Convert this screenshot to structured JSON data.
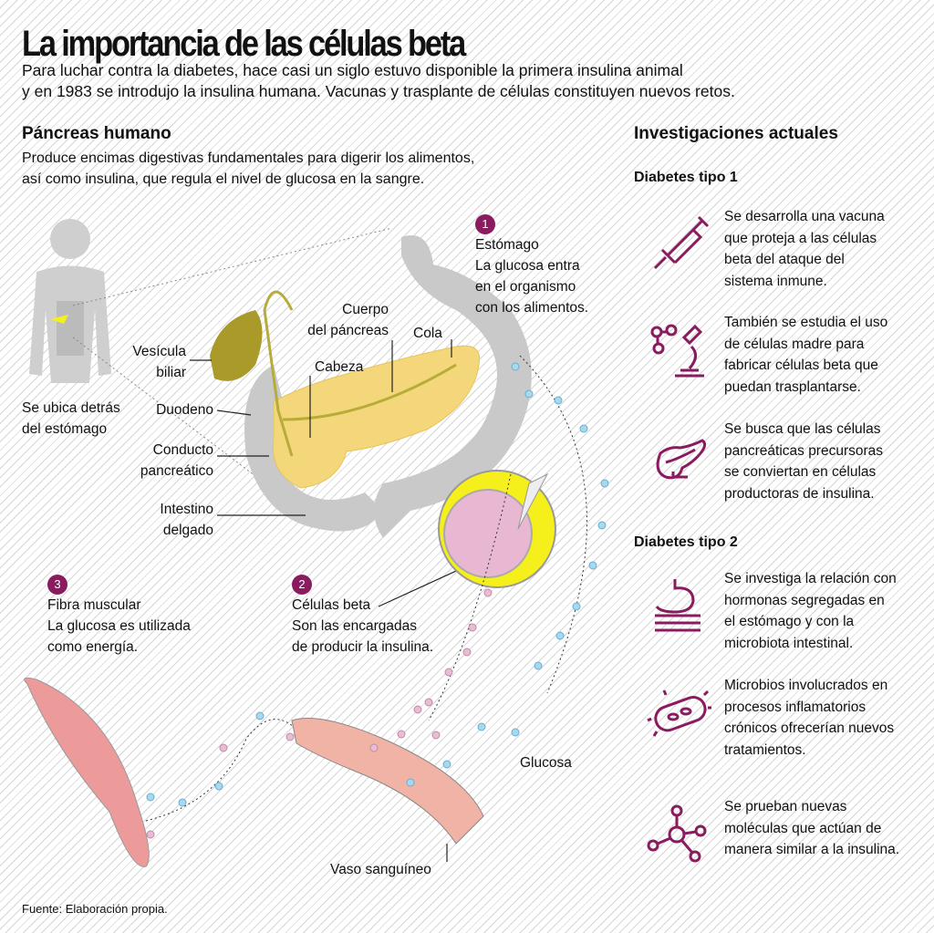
{
  "title": "La importancia de las células beta",
  "lead": [
    "Para luchar contra la diabetes, hace casi un siglo estuvo disponible la primera insulina animal",
    "y en 1983 se introdujo la insulina humana. Vacunas y trasplante de células constituyen nuevos retos."
  ],
  "left": {
    "heading": "Páncreas humano",
    "desc": [
      "Produce encimas digestivas fundamentales para digerir los alimentos,",
      "así como insulina, que regula el nivel de glucosa en la sangre."
    ],
    "body_caption": [
      "Se ubica detrás",
      "del estómago"
    ],
    "labels": {
      "vesicula": [
        "Vesícula",
        "biliar"
      ],
      "duodeno": "Duodeno",
      "conducto": [
        "Conducto",
        "pancreático"
      ],
      "intestino": [
        "Intestino",
        "delgado"
      ],
      "cabeza": "Cabeza",
      "cuerpo": [
        "Cuerpo",
        "del páncreas"
      ],
      "cola": "Cola",
      "vaso": "Vaso sanguíneo",
      "glucosa": "Glucosa"
    },
    "steps": [
      {
        "num": "1",
        "title": "Estómago",
        "text": [
          "La glucosa entra",
          "en el organismo",
          "con los alimentos."
        ]
      },
      {
        "num": "2",
        "title": "Células beta",
        "text": [
          "Son las encargadas",
          "de producir la insulina."
        ]
      },
      {
        "num": "3",
        "title": "Fibra muscular",
        "text": [
          "La glucosa es utilizada",
          "como energía."
        ]
      }
    ]
  },
  "right": {
    "heading": "Investigaciones actuales",
    "groups": [
      {
        "title": "Diabetes tipo 1",
        "items": [
          {
            "icon": "syringe-icon",
            "text": [
              "Se desarrolla una vacuna",
              "que proteja a las células",
              "beta del ataque del",
              "sistema inmune."
            ]
          },
          {
            "icon": "microscope-icon",
            "text": [
              "También se estudia el uso",
              "de células madre para",
              "fabricar células beta que",
              "puedan trasplantarse."
            ]
          },
          {
            "icon": "pancreas-icon",
            "text": [
              "Se busca que las células",
              "pancreáticas precursoras",
              "se conviertan en células",
              "productoras de insulina."
            ]
          }
        ]
      },
      {
        "title": "Diabetes tipo 2",
        "items": [
          {
            "icon": "stomach-icon",
            "text": [
              "Se investiga la relación con",
              "hormonas segregadas en",
              "el estómago y con la",
              "microbiota intestinal."
            ]
          },
          {
            "icon": "bacteria-icon",
            "text": [
              "Microbios involucrados en",
              "procesos inflamatorios",
              "crónicos ofrecerían nuevos",
              "tratamientos."
            ]
          },
          {
            "icon": "molecule-icon",
            "text": [
              "Se prueban nuevas",
              "moléculas que actúan de",
              "manera similar a la insulina."
            ]
          }
        ]
      }
    ]
  },
  "source": "Fuente: Elaboración propia.",
  "colors": {
    "accent": "#8a1b5f",
    "pancreas": "#f3d77a",
    "stomach": "#c8c8c8",
    "gallbladder": "#a99a2a",
    "yellow": "#f5ef1c"
  }
}
